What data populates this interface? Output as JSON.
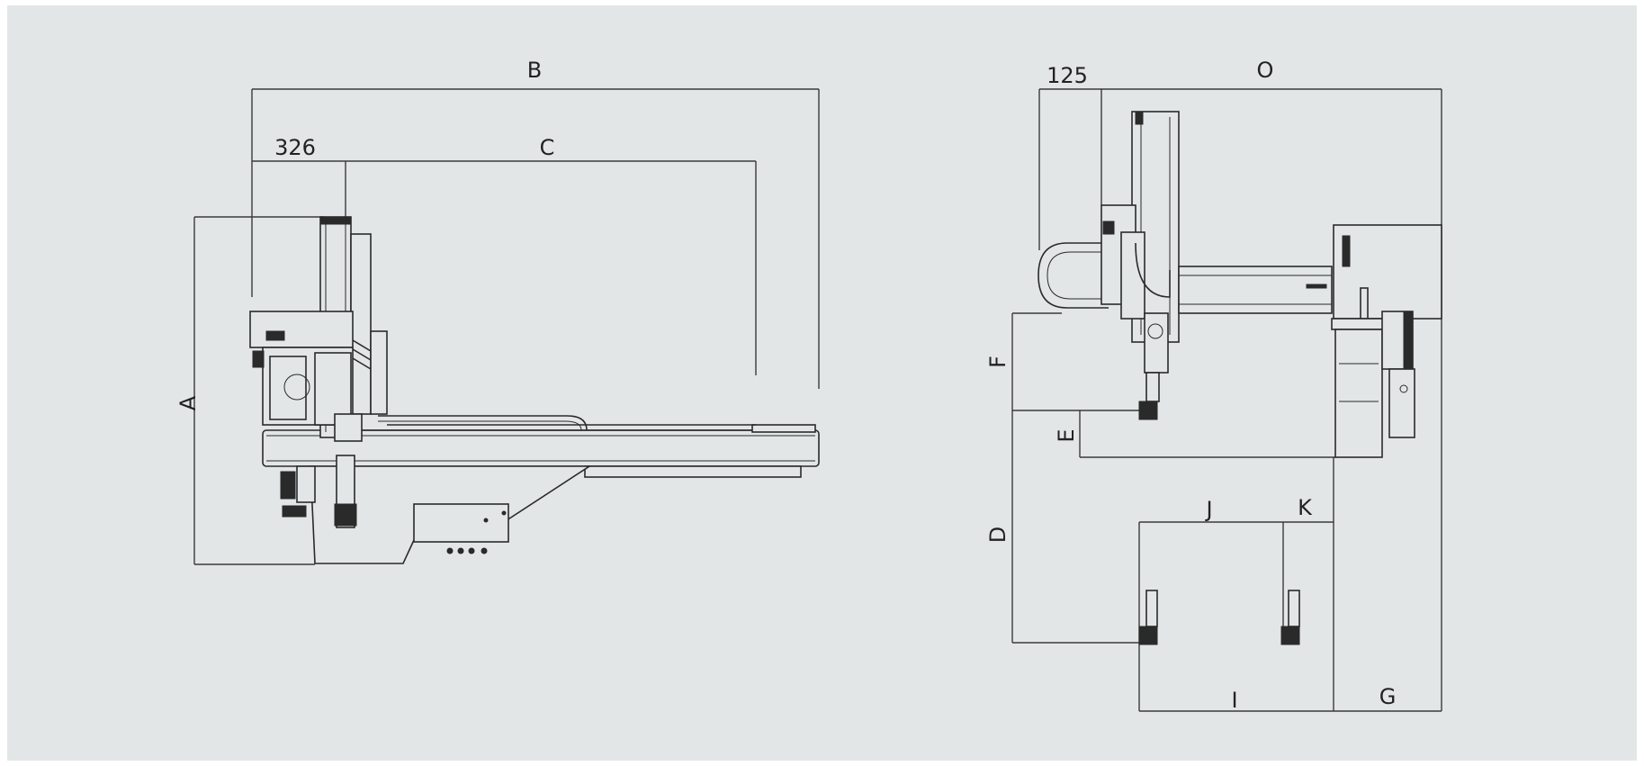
{
  "side_view": {
    "dims": {
      "A": "A",
      "B": "B",
      "C": "C",
      "offset_326": "326"
    }
  },
  "front_view": {
    "dims": {
      "O": "O",
      "offset_125": "125",
      "F": "F",
      "E": "E",
      "D": "D",
      "J": "J",
      "K": "K",
      "I": "I",
      "G": "G"
    }
  },
  "colors": {
    "background": "#e3e6e7",
    "line": "#2a2a2a"
  }
}
